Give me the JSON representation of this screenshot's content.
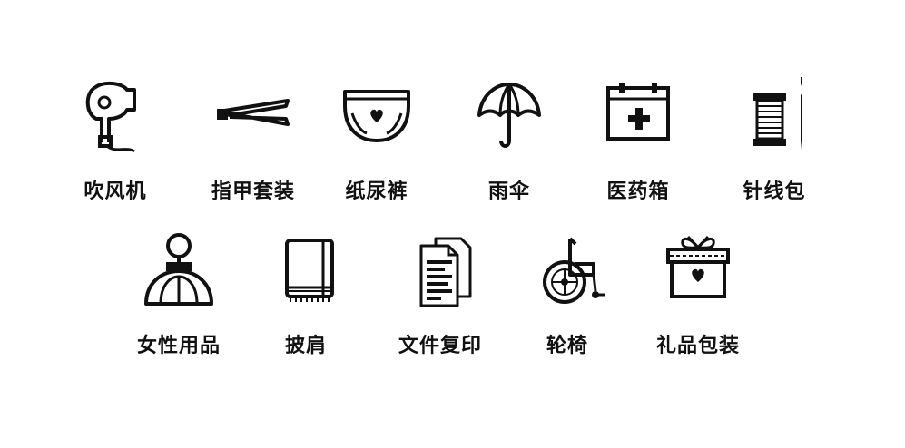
{
  "row1": [
    {
      "label": "吹风机",
      "icon": "hair-dryer-icon"
    },
    {
      "label": "指甲套装",
      "icon": "nail-clipper-icon"
    },
    {
      "label": "纸尿裤",
      "icon": "diaper-icon"
    },
    {
      "label": "雨伞",
      "icon": "umbrella-icon"
    },
    {
      "label": "医药箱",
      "icon": "medicine-box-icon"
    },
    {
      "label": "针线包",
      "icon": "needle-thread-icon"
    }
  ],
  "row2": [
    {
      "label": "女性用品",
      "icon": "feminine-products-icon"
    },
    {
      "label": "披肩",
      "icon": "shawl-icon"
    },
    {
      "label": "文件复印",
      "icon": "document-copy-icon"
    },
    {
      "label": "轮椅",
      "icon": "wheelchair-icon"
    },
    {
      "label": "礼品包装",
      "icon": "gift-wrap-icon"
    }
  ],
  "colors": {
    "icon": "#111111",
    "text": "#111111",
    "background": "#ffffff"
  }
}
